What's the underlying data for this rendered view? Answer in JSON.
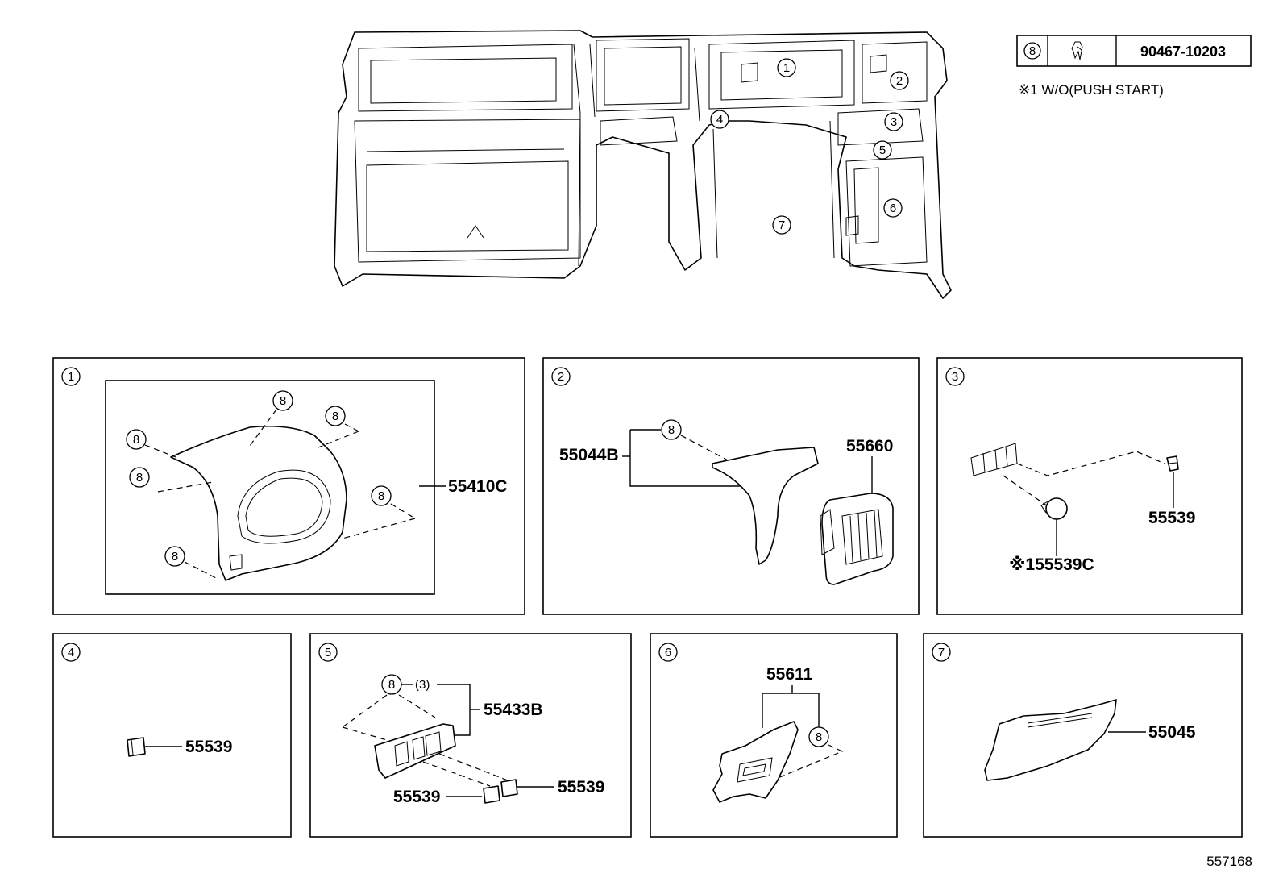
{
  "legend": {
    "callout": "8",
    "part_number": "90467-10203",
    "note": "※1 W/O(PUSH START)"
  },
  "overview": {
    "callouts": [
      "1",
      "2",
      "3",
      "4",
      "5",
      "6",
      "7"
    ]
  },
  "panels": [
    {
      "id": "1",
      "parts": [
        "55410C"
      ],
      "clip_callouts": [
        "8",
        "8",
        "8",
        "8",
        "8",
        "8"
      ]
    },
    {
      "id": "2",
      "parts": [
        "55044B",
        "55660"
      ],
      "clip_callouts": [
        "8"
      ]
    },
    {
      "id": "3",
      "parts": [
        "55539",
        "※155539C"
      ]
    },
    {
      "id": "4",
      "parts": [
        "55539"
      ]
    },
    {
      "id": "5",
      "parts": [
        "55433B",
        "55539",
        "55539"
      ],
      "clip_callouts": [
        "8"
      ],
      "qty": "(3)"
    },
    {
      "id": "6",
      "parts": [
        "55611"
      ],
      "clip_callouts": [
        "8"
      ]
    },
    {
      "id": "7",
      "parts": [
        "55045"
      ]
    }
  ],
  "figure_id": "557168"
}
